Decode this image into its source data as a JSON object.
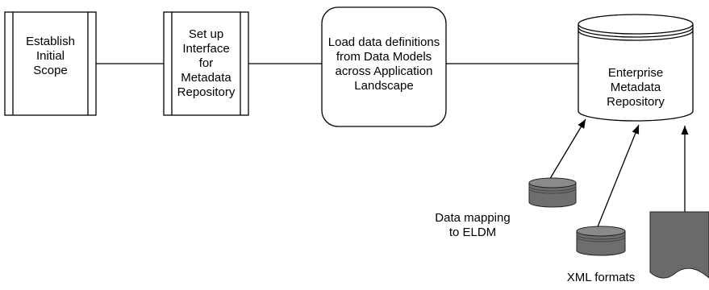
{
  "nodes": {
    "establish_scope": {
      "label": "Establish\nInitial\nScope"
    },
    "setup_interface": {
      "label": "Set up\nInterface\nfor\nMetadata\nRepository"
    },
    "load_definitions": {
      "label": "Load data definitions\nfrom Data Models\nacross Application\nLandscape"
    },
    "enterprise_repository": {
      "label": "Enterprise\nMetadata\nRepository"
    }
  },
  "sources": {
    "data_mapping_label": "Data mapping\nto ELDM",
    "xml_formats_label": "XML formats"
  },
  "colors": {
    "stroke": "#000000",
    "fill": "#ffffff",
    "database_fill": "#6e6e6e",
    "database_top": "#8a8a8a",
    "document_fill": "#6a6a6a"
  }
}
